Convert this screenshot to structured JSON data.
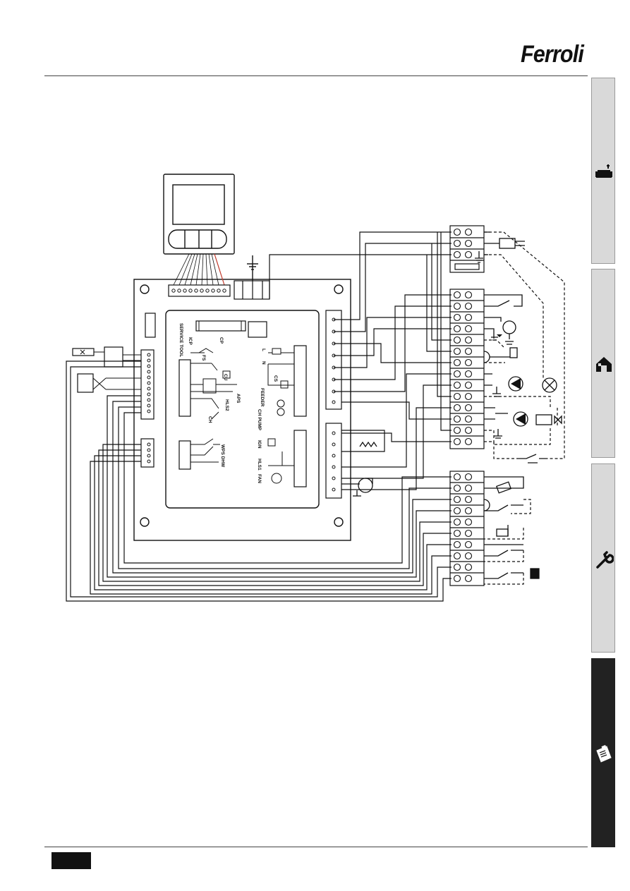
{
  "header": {
    "brand": "Ferroli"
  },
  "sidebar_tabs": [
    {
      "icon": "user-sofa-icon",
      "active": false
    },
    {
      "icon": "house-install-icon",
      "active": false
    },
    {
      "icon": "wrench-icon",
      "active": false
    },
    {
      "icon": "clipboard-icon",
      "active": true
    }
  ],
  "diagram": {
    "board_labels": {
      "service_tool": "SERVICE TOOL",
      "icp": "ICP",
      "cp": "CP",
      "fs": "FS",
      "cu": "CU",
      "aps": "APS",
      "hls2": "HLS2",
      "ch": "CH",
      "wps_dhw": "WPS DHW",
      "feeder": "FEEDER",
      "cs": "CS",
      "ch_pump": "CH PUMP",
      "ign": "IGN",
      "hls1": "HLS1",
      "fan": "FAN",
      "l": "L",
      "n": "N"
    }
  },
  "colors": {
    "line": "#111111",
    "highlight_wire": "#c0392b",
    "sidebar_inactive": "#d9d9d9",
    "sidebar_active": "#222222"
  }
}
